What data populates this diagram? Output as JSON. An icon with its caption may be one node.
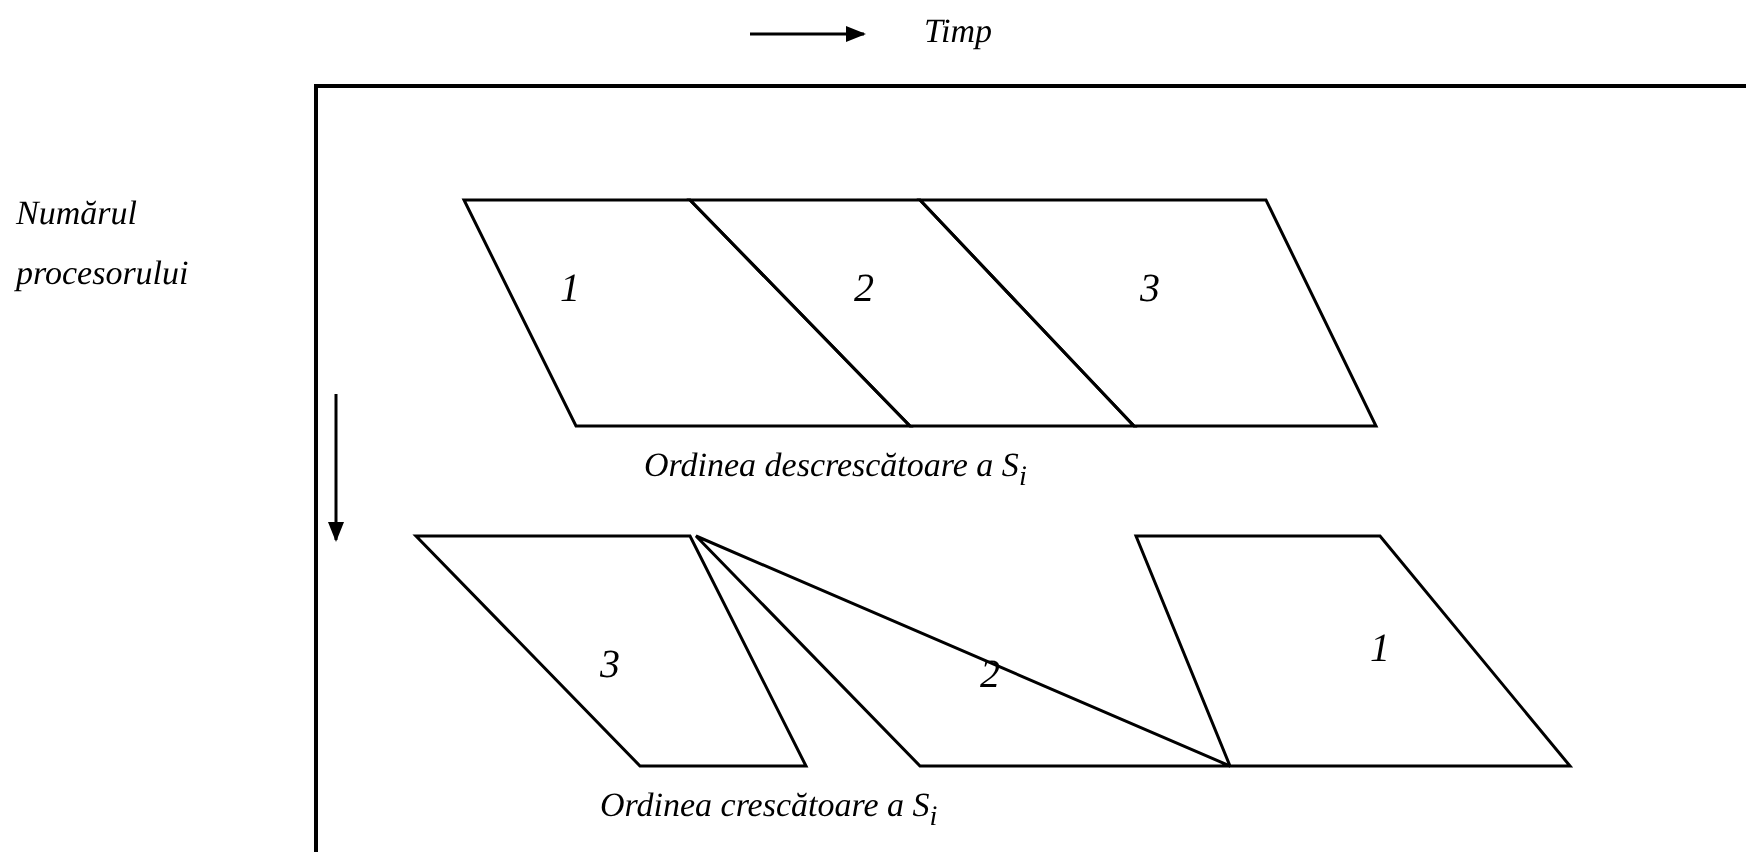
{
  "diagram": {
    "nodes": [
      {
        "text": [
          "1"
        ]
      },
      {
        "text": [
          "2"
        ]
      },
      {
        "text": [
          "3"
        ]
      },
      {
        "text": [
          "3"
        ]
      },
      {
        "text": [
          "2"
        ]
      },
      {
        "text": [
          "1"
        ]
      }
    ],
    "edges": [],
    "labels": [
      "Timp",
      "Numărul procesorului",
      "Ordinea descrescătoare a S$_{i}$",
      "Ordinea crescătoare a S$_{i}$"
    ]
  }
}
